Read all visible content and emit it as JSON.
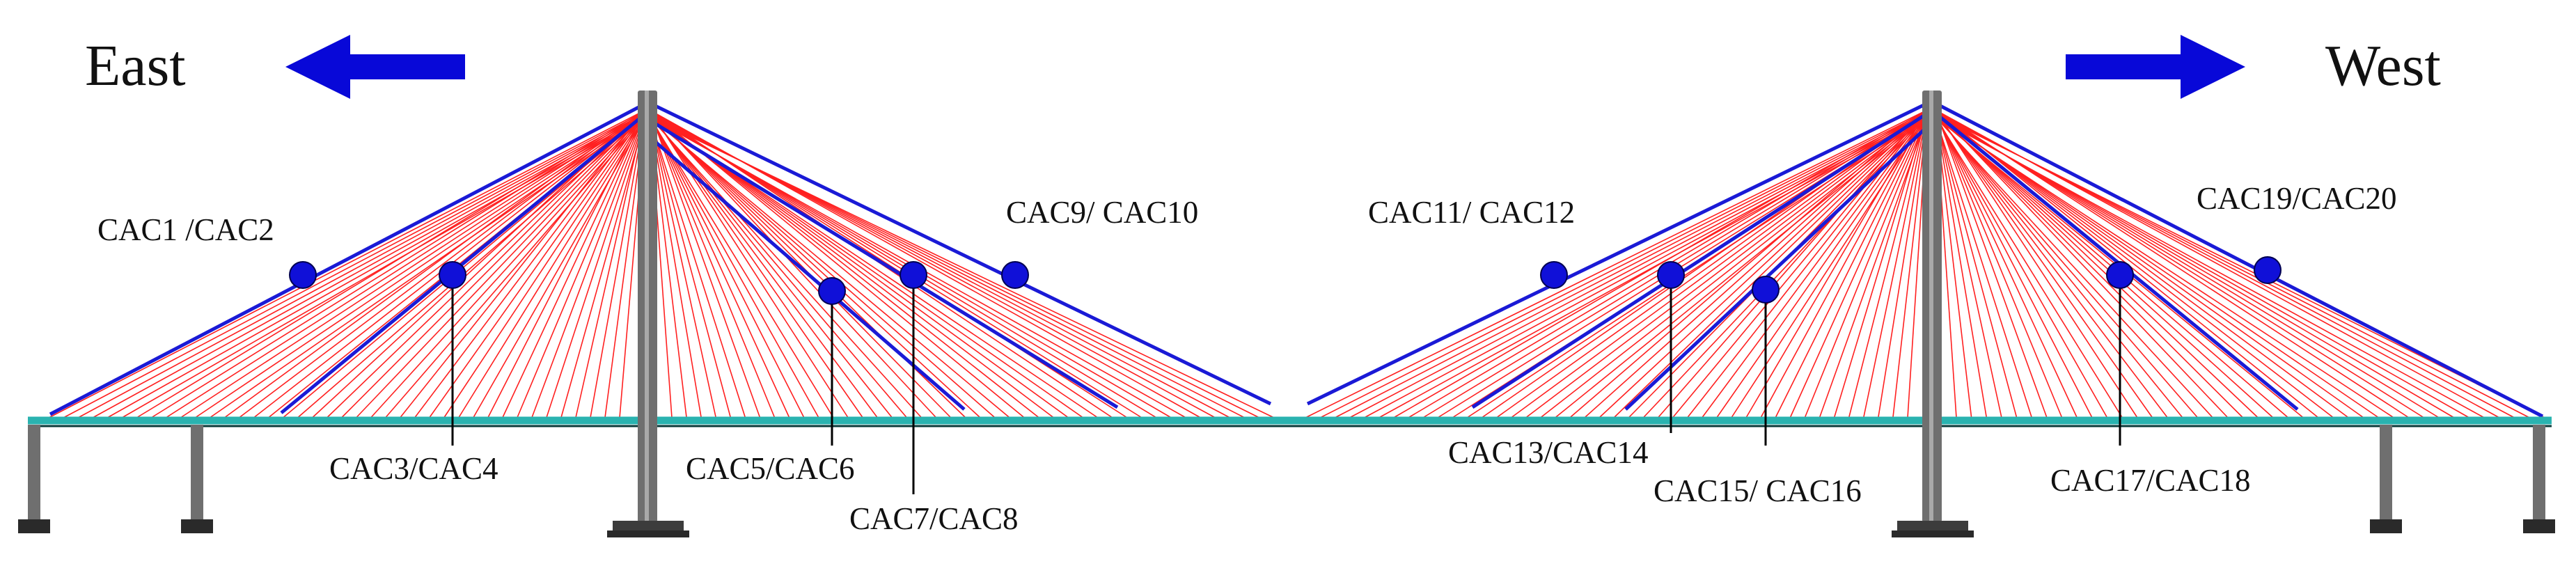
{
  "directions": {
    "left": "East",
    "right": "West"
  },
  "colors": {
    "stay_cable": "#ff2020",
    "monitored_cable": "#1a1ad6",
    "deck": "#2ab3b0",
    "tower": "#6f6f6f",
    "arrow": "#0808d8",
    "sensor": "#1010d8"
  },
  "sensors": [
    {
      "id": "s1",
      "label": "CAC1 /CAC2"
    },
    {
      "id": "s2",
      "label": "CAC3/CAC4"
    },
    {
      "id": "s3",
      "label": "CAC5/CAC6"
    },
    {
      "id": "s4",
      "label": "CAC7/CAC8"
    },
    {
      "id": "s5",
      "label": "CAC9/ CAC10"
    },
    {
      "id": "s6",
      "label": "CAC11/ CAC12"
    },
    {
      "id": "s7",
      "label": "CAC13/CAC14"
    },
    {
      "id": "s8",
      "label": "CAC15/ CAC16"
    },
    {
      "id": "s9",
      "label": "CAC17/CAC18"
    },
    {
      "id": "s10",
      "label": "CAC19/CAC20"
    }
  ]
}
